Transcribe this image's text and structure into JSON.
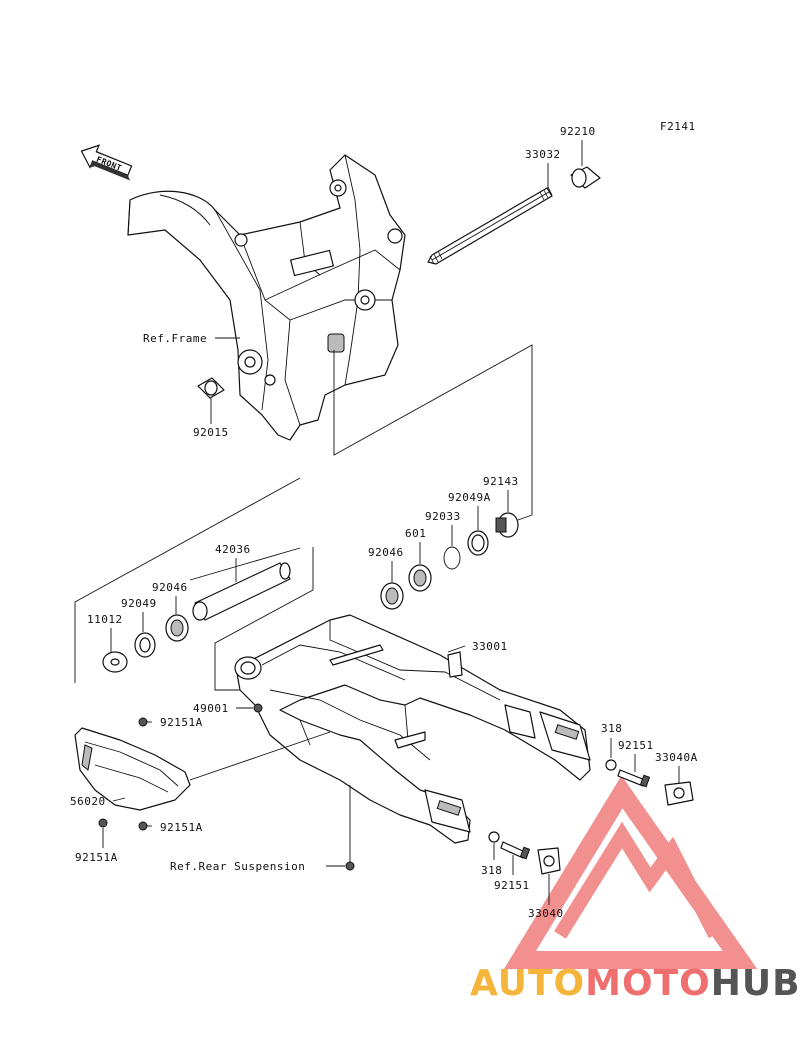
{
  "figure_code": "F2141",
  "direction_arrow": "FRONT",
  "references": {
    "frame": "Ref.Frame",
    "rear_suspension": "Ref.Rear Suspension"
  },
  "part_numbers": {
    "p92210": "92210",
    "p33032": "33032",
    "p92015": "92015",
    "p92143": "92143",
    "p92049A": "92049A",
    "p92033": "92033",
    "p601": "601",
    "p92046_upper": "92046",
    "p42036": "42036",
    "p92046_lower": "92046",
    "p92049": "92049",
    "p11012": "11012",
    "p33001": "33001",
    "p49001": "49001",
    "p92151A_top": "92151A",
    "p56020": "56020",
    "p92151A_mid": "92151A",
    "p92151A_bottom": "92151A",
    "p318_upper": "318",
    "p92151_upper": "92151",
    "p33040A": "33040A",
    "p318_lower": "318",
    "p92151_lower": "92151",
    "p33040": "33040"
  },
  "watermark": {
    "part1": "AUTO",
    "part2": "MOTO",
    "part3": "HUB",
    "colors": {
      "auto": "#f5b53a",
      "moto": "#ef6f6f",
      "hub": "#555555",
      "triangle": "#f07c7c"
    }
  }
}
